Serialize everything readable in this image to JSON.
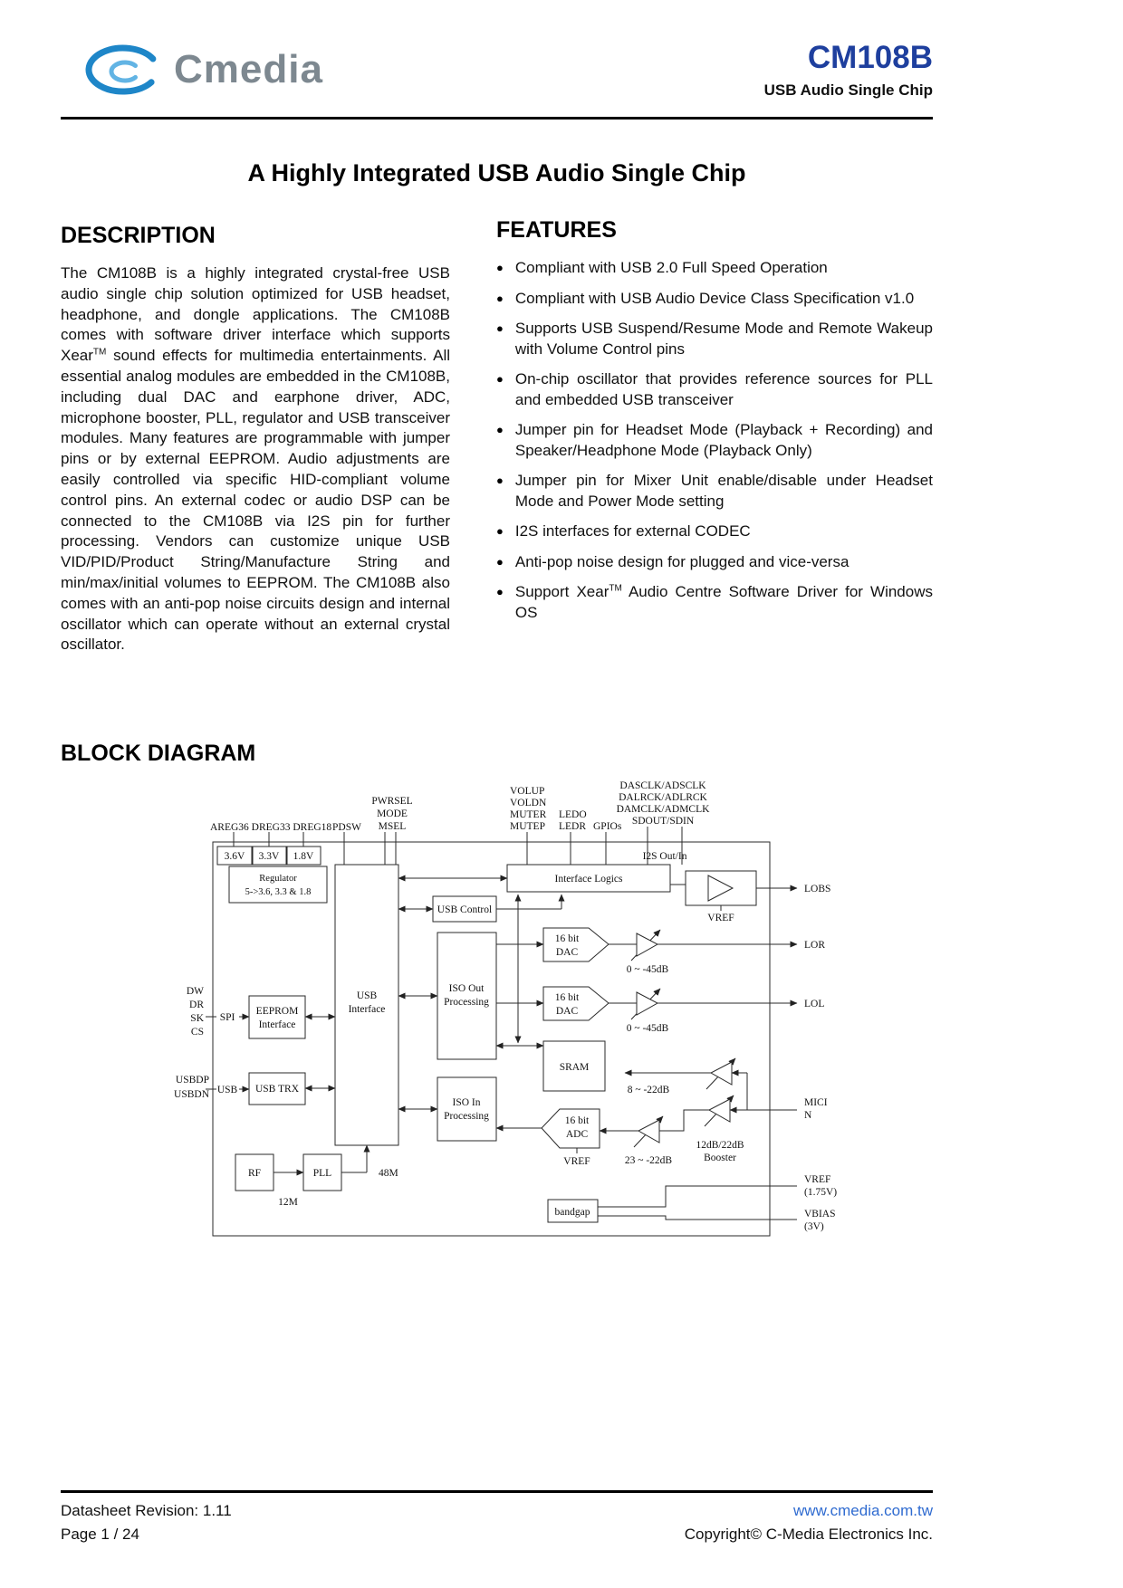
{
  "header": {
    "logo_text": "Cmedia",
    "product": "CM108B",
    "subtitle": "USB Audio Single Chip"
  },
  "title": "A Highly Integrated USB Audio Single Chip",
  "description": {
    "heading": "DESCRIPTION",
    "p1": "The CM108B is a highly integrated crystal-free USB audio single chip solution optimized for USB headset, headphone, and dongle applications. The CM108B comes with software driver interface which supports Xear",
    "tm": "TM",
    "p2": " sound effects for multimedia entertainments. All essential analog modules are embedded in the CM108B, including dual DAC and earphone driver, ADC, microphone booster, PLL, regulator and USB transceiver modules. Many features are programmable with jumper pins or by external EEPROM. Audio adjustments are easily controlled via specific HID-compliant volume control pins. An external codec or audio DSP can be connected to the CM108B via I2S pin for further processing. Vendors can customize unique USB VID/PID/Product String/Manufacture String and min/max/initial volumes to EEPROM. The CM108B also comes with an anti-pop noise circuits design and internal oscillator which can operate without an external crystal oscillator."
  },
  "features": {
    "heading": "FEATURES",
    "bullet": "●",
    "items": [
      "Compliant with USB 2.0 Full Speed Operation",
      "Compliant with USB Audio Device Class Specification v1.0",
      "Supports USB Suspend/Resume Mode and Remote Wakeup with Volume Control pins",
      "On-chip oscillator that provides reference sources for PLL and embedded USB transceiver",
      "Jumper pin for Headset Mode (Playback + Recording) and Speaker/Headphone Mode (Playback Only)",
      "Jumper pin for Mixer Unit enable/disable under Headset Mode and Power Mode setting",
      "I2S interfaces for external CODEC",
      "Anti-pop noise design for plugged and vice-versa"
    ],
    "item9_pre": "Support Xear",
    "item9_tm": "TM",
    "item9_post": " Audio Centre Software Driver for Windows OS"
  },
  "diagram": {
    "heading": "BLOCK DIAGRAM",
    "areg_group": "AREG36 DREG33 DREG18",
    "pdsw": "PDSW",
    "pwrsel": "PWRSEL",
    "mode": "MODE",
    "msel": "MSEL",
    "volup": "VOLUP",
    "voldn": "VOLDN",
    "muter": "MUTER",
    "mutep": "MUTEP",
    "ledo": "LEDO",
    "ledr": "LEDR",
    "gpios": "GPIOs",
    "dasclk": "DASCLK/ADSCLK",
    "dalrck": "DALRCK/ADLRCK",
    "damclk": "DAMCLK/ADMCLK",
    "sdout": "SDOUT/SDIN",
    "i2s": "I2S Out/In",
    "v36": "3.6V",
    "v33": "3.3V",
    "v18": "1.8V",
    "reg1": "Regulator",
    "reg2": "5->3.6, 3.3 & 1.8",
    "il": "Interface Logics",
    "usbctl": "USB Control",
    "vref1": "VREF",
    "usb1": "USB",
    "usb2": "Interface",
    "isoout1": "ISO Out",
    "isoout2": "Processing",
    "bit16": "16 bit",
    "dac": "DAC",
    "adc": "ADC",
    "att45": "0 ~ -45dB",
    "sram": "SRAM",
    "isoin1": "ISO In",
    "isoin2": "Processing",
    "vref2": "VREF",
    "att22a": "8 ~ -22dB",
    "att22b": "23 ~ -22dB",
    "boost1": "12dB/22dB",
    "boost2": "Booster",
    "eeprom1": "EEPROM",
    "eeprom2": "Interface",
    "spi": "SPI",
    "dw": "DW",
    "dr": "DR",
    "sk": "SK",
    "cs": "CS",
    "usbtrx": "USB TRX",
    "usb_lbl": "USB",
    "usbdp": "USBDP",
    "usbdn": "USBDN",
    "rf": "RF",
    "pll": "PLL",
    "m12": "12M",
    "m48": "48M",
    "bandgap": "bandgap",
    "lobs": "LOBS",
    "lor": "LOR",
    "lol": "LOL",
    "mici": "MICI",
    "micn": "N",
    "vrefo1": "VREF",
    "vrefo2": "(1.75V)",
    "vbias1": "VBIAS",
    "vbias2": "(3V)"
  },
  "footer": {
    "revision": "Datasheet Revision: 1.11",
    "page": "Page 1 / 24",
    "website": "www.cmedia.com.tw",
    "copyright": "Copyright© C-Media Electronics Inc."
  },
  "colors": {
    "brand_blue": "#1e3f9e",
    "link_blue": "#2f6bd0",
    "logo_gray": "#7d8890",
    "logo_swirl_blue": "#1e86c8"
  }
}
